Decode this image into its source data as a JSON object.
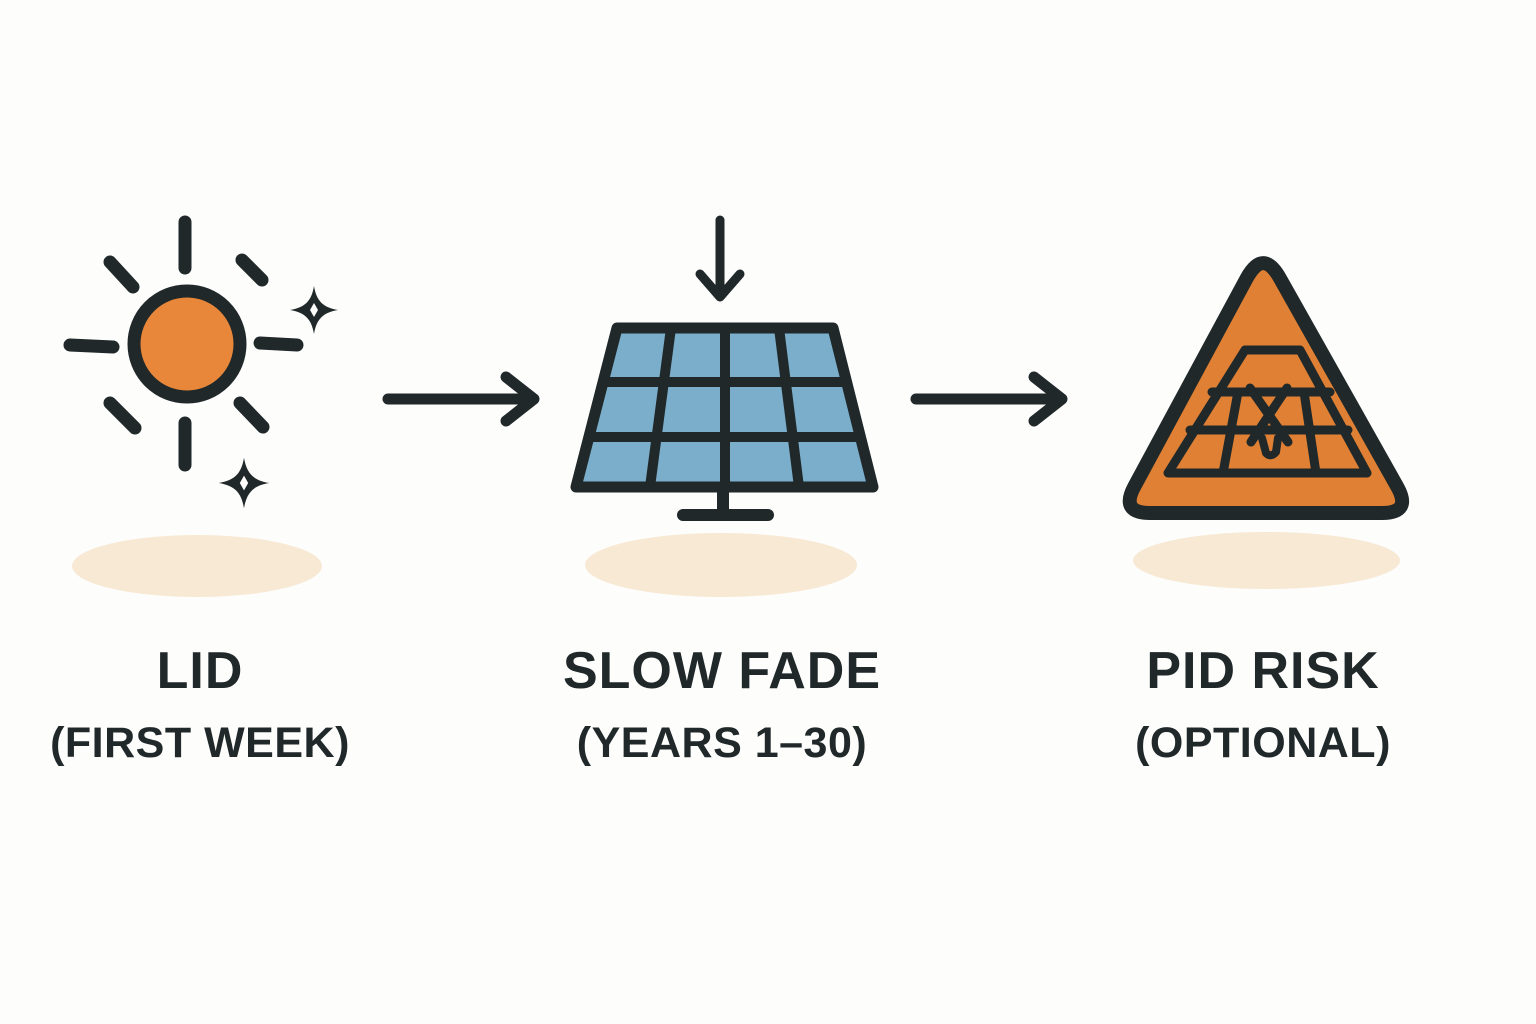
{
  "colors": {
    "ink": "#20282A",
    "sun_orange": "#E8873A",
    "triangle_orange": "#DF8034",
    "panel_blue": "#7AAECB",
    "shadow_cream": "#F8E9D4",
    "background": "#FDFDFC"
  },
  "diagram": {
    "steps": [
      {
        "title": "LID",
        "subtitle": "(FIRST WEEK)",
        "icon": "sun-sparkles-icon"
      },
      {
        "title": "SLOW FADE",
        "subtitle": "(YEARS 1–30)",
        "icon": "solar-panel-down-arrow-icon"
      },
      {
        "title": "PID RISK",
        "subtitle": "(OPTIONAL)",
        "icon": "warning-triangle-cracked-panel-icon"
      }
    ],
    "connectors": [
      {
        "icon": "arrow-right-icon"
      },
      {
        "icon": "arrow-right-icon"
      }
    ]
  }
}
